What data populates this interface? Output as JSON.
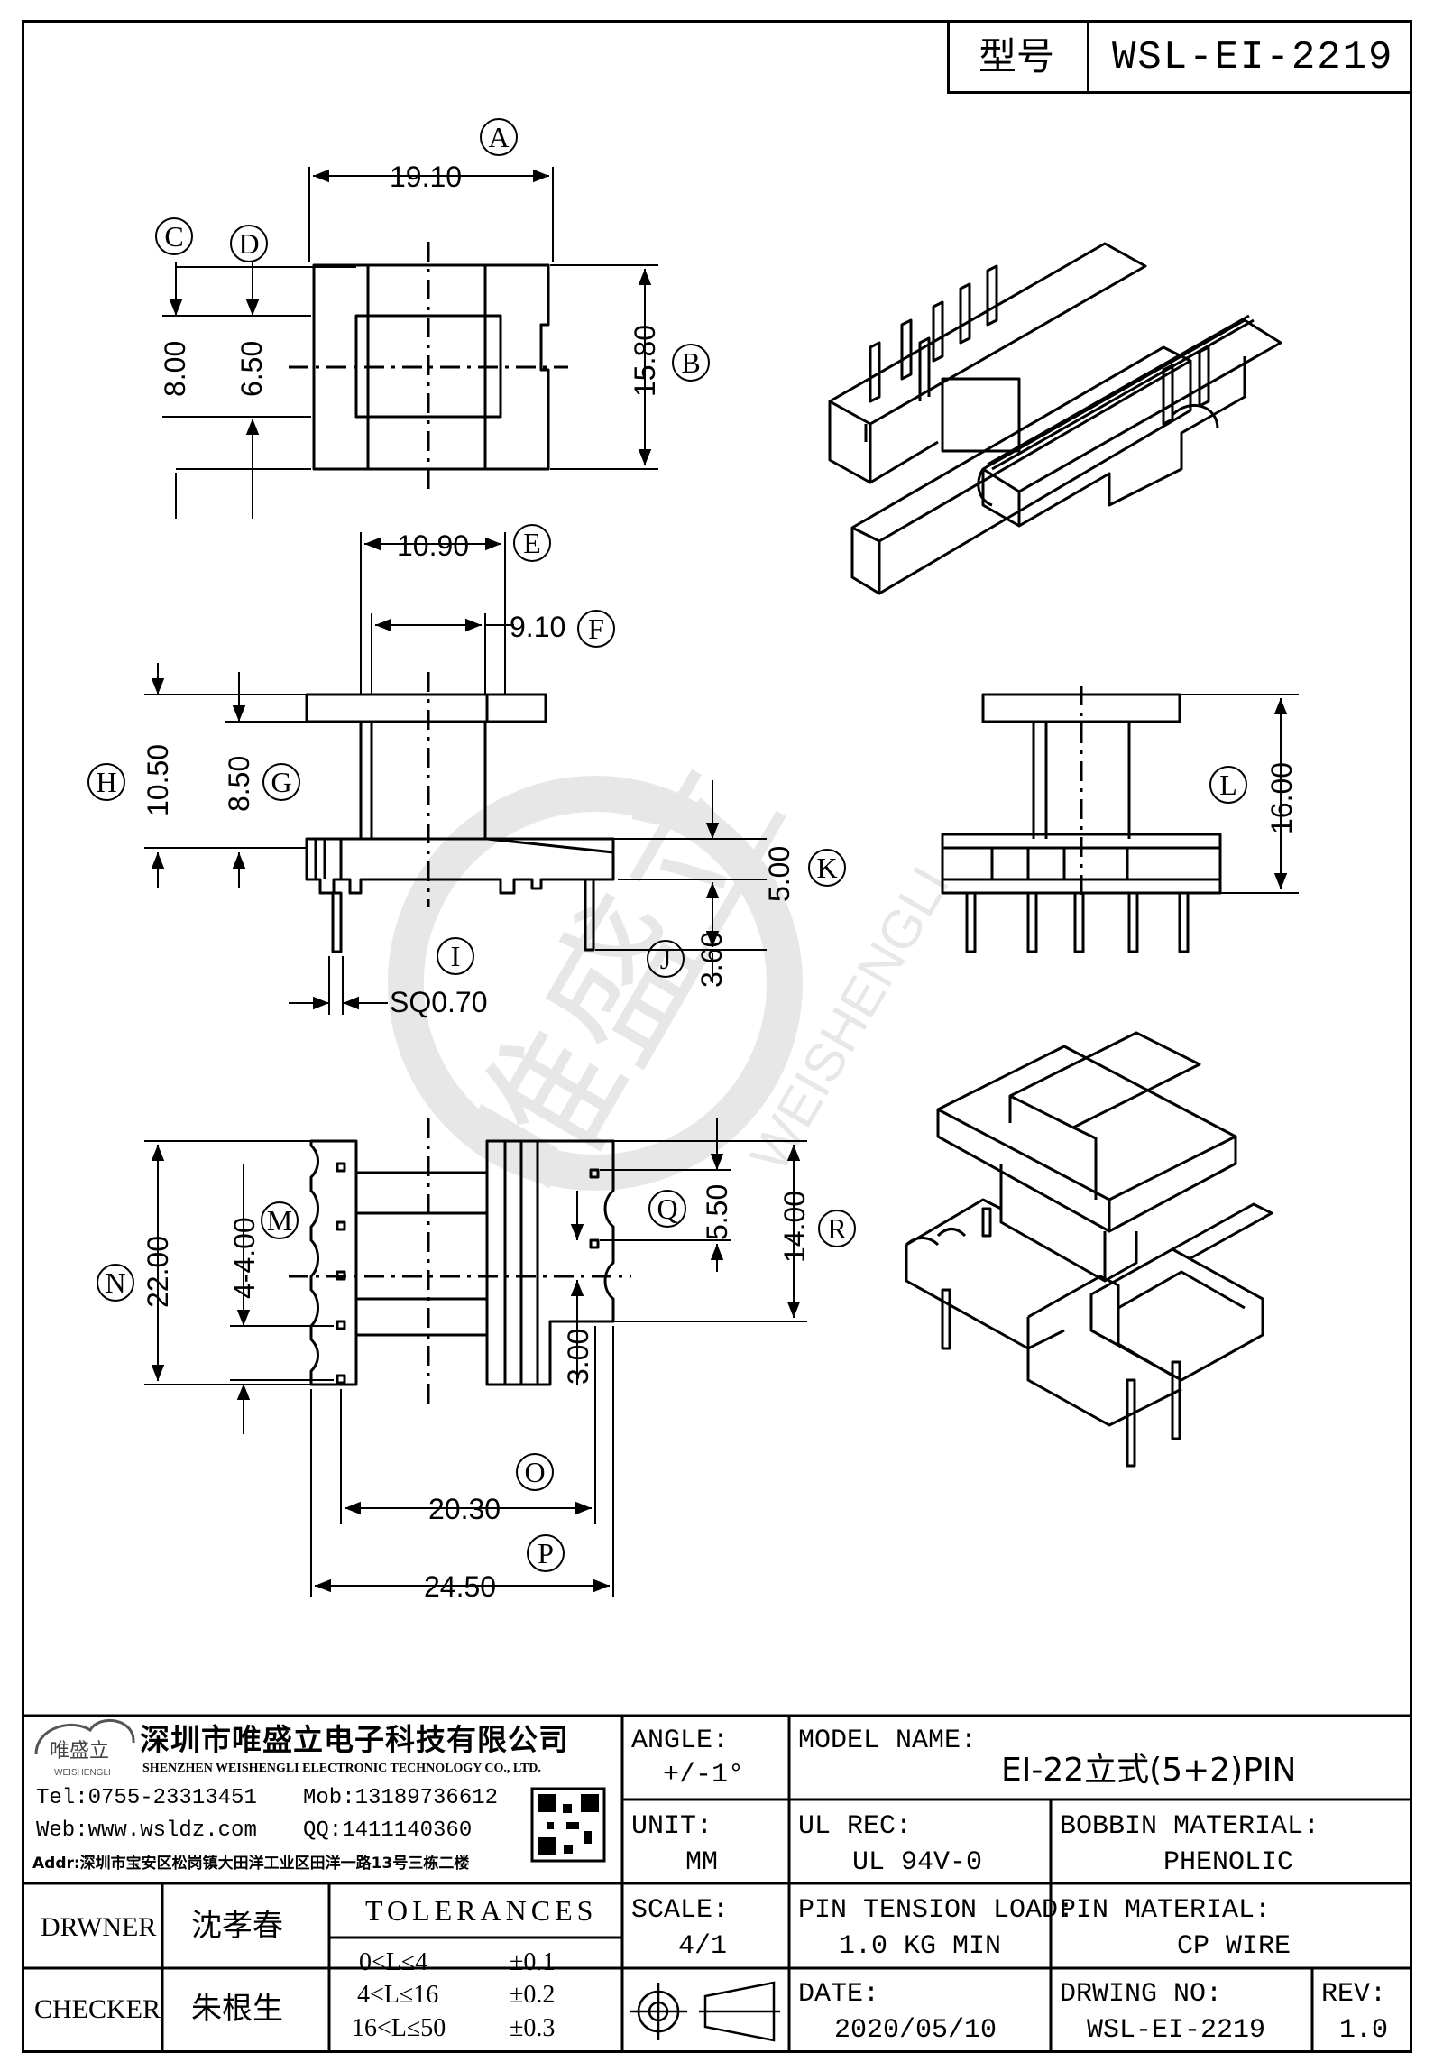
{
  "header": {
    "model_label": "型号",
    "model_value": "WSL-EI-2219"
  },
  "dimensions": {
    "A": {
      "label": "A",
      "value": "19.10"
    },
    "B": {
      "label": "B",
      "value": "15.80"
    },
    "C": {
      "label": "C",
      "value": "8.00"
    },
    "D": {
      "label": "D",
      "value": "6.50"
    },
    "E": {
      "label": "E",
      "value": "10.90"
    },
    "F": {
      "label": "F",
      "value": "9.10"
    },
    "G": {
      "label": "G",
      "value": "8.50"
    },
    "H": {
      "label": "H",
      "value": "10.50"
    },
    "I": {
      "label": "I",
      "value": "SQ0.70"
    },
    "J": {
      "label": "J",
      "value": "3.60"
    },
    "K": {
      "label": "K",
      "value": "5.00"
    },
    "L": {
      "label": "L",
      "value": "16.00"
    },
    "M": {
      "label": "M",
      "value": "4-4.00"
    },
    "N": {
      "label": "N",
      "value": "22.00"
    },
    "O": {
      "label": "O",
      "value": "20.30"
    },
    "P": {
      "label": "P",
      "value": "24.50"
    },
    "Q": {
      "label": "Q",
      "value": "5.50"
    },
    "R": {
      "label": "R",
      "value": "14.00"
    },
    "S": {
      "value": "3.00"
    }
  },
  "watermark": {
    "cn": "唯盛立",
    "en": "WEISHENGLI"
  },
  "company": {
    "logo_cn": "唯盛立",
    "logo_en": "WEISHENGLI",
    "name_cn": "深圳市唯盛立电子科技有限公司",
    "name_en": "SHENZHEN WEISHENGLI ELECTRONIC TECHNOLOGY CO., LTD.",
    "tel": "Tel:0755-23313451",
    "mob": "Mob:13189736612",
    "web": "Web:www.wsldz.com",
    "qq": "QQ:1411140360",
    "addr": "Addr:深圳市宝安区松岗镇大田洋工业区田洋一路13号三栋二楼"
  },
  "title_block": {
    "angle_label": "ANGLE:",
    "angle_value": "+/-1°",
    "model_name_label": "MODEL NAME:",
    "model_name_value": "EI-22立式(5+2)PIN",
    "unit_label": "UNIT:",
    "unit_value": "MM",
    "ul_label": "UL REC:",
    "ul_value": "UL 94V-0",
    "bobbin_label": "BOBBIN MATERIAL:",
    "bobbin_value": "PHENOLIC",
    "scale_label": "SCALE:",
    "scale_value": "4/1",
    "pin_tension_label": "PIN TENSION LOAD:",
    "pin_tension_value": "1.0 KG MIN",
    "pin_material_label": "PIN MATERIAL:",
    "pin_material_value": "CP WIRE",
    "date_label": "DATE:",
    "date_value": "2020/05/10",
    "drwing_label": "DRWING NO:",
    "drwing_value": "WSL-EI-2219",
    "rev_label": "REV:",
    "rev_value": "1.0",
    "drawer_label": "DRWNER",
    "drawer_value": "沈孝春",
    "checker_label": "CHECKER",
    "checker_value": "朱根生",
    "tolerances_label": "TOLERANCES",
    "tol_rows": [
      {
        "range": "0<L≤4",
        "value": "±0.1"
      },
      {
        "range": "4<L≤16",
        "value": "±0.2"
      },
      {
        "range": "16<L≤50",
        "value": "±0.3"
      }
    ]
  }
}
